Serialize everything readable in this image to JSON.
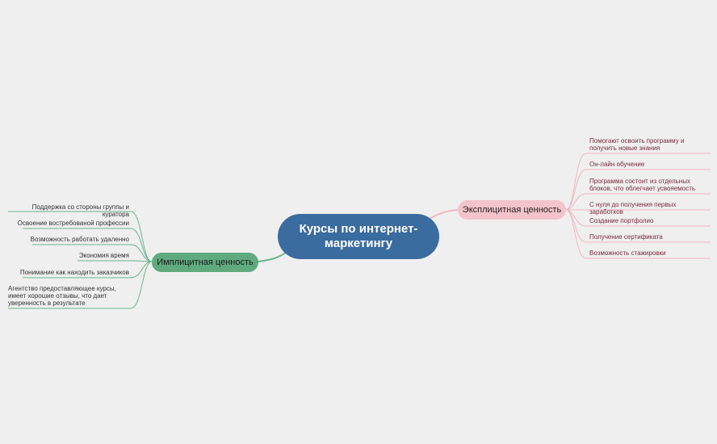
{
  "central": {
    "title": "Курсы по интернет-маркетингу"
  },
  "colors": {
    "central": "#3b6c9f",
    "explicit": "#f4c3cb",
    "implicit": "#5faa7e",
    "explicit_line": "#f3b7c2",
    "implicit_line": "#6cb48a"
  },
  "explicit": {
    "title": "Эксплицитная ценность",
    "items": [
      "Помогают освоить программу и получить новые знания",
      "Он-лайн обучение",
      "Программа состоит из отдельных блоков, что облегчает усвояемость",
      "С нуля до получения первых заработков",
      "Создание портфолио",
      "Получение сертификата",
      "Возможность стажировки"
    ]
  },
  "implicit": {
    "title": "Имплицитная ценность",
    "items": [
      "Поддержка со стороны группы и куратора",
      "Освоение востребованой профессии",
      "Возможность работать удаленно",
      "Экономия время",
      "Понимание как находить заказчиков",
      "Агентство предоставляющее курсы, имеет хорошие отзывы, что дает уверенность в результате"
    ]
  }
}
